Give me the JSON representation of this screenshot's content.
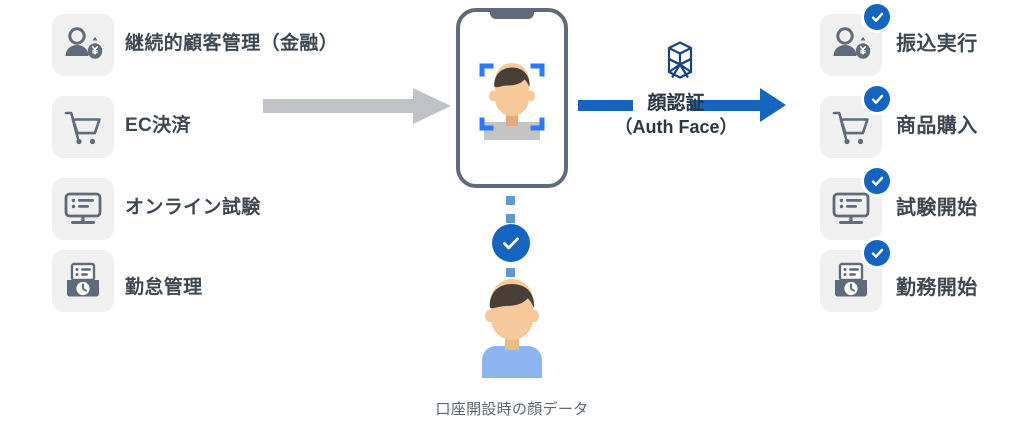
{
  "diagram": {
    "title": "Auth Face face-authentication flow diagram",
    "colors": {
      "tile_bg": "#f0f0f0",
      "icon_gray": "#5f6b7a",
      "label_text": "#3d4852",
      "accent_blue": "#1565c0",
      "scan_blue": "#2979ff",
      "dot_blue": "#5b9bd5",
      "gray_arrow": "#bfc3c7",
      "brand_navy": "#18457f",
      "caption_text": "#5a6673",
      "skin": "#f7c99a",
      "hair": "#4a3f37",
      "shirt": "#8cb4f0",
      "shoulder_gray": "#c4c4c4"
    }
  },
  "left_column": {
    "items": [
      {
        "label": "継続的顧客管理（金融）",
        "icon": "person-money-bag-icon"
      },
      {
        "label": "EC決済",
        "icon": "shopping-cart-icon"
      },
      {
        "label": "オンライン試験",
        "icon": "desktop-monitor-list-icon"
      },
      {
        "label": "勤怠管理",
        "icon": "time-clock-card-icon"
      }
    ]
  },
  "right_column": {
    "items": [
      {
        "label": "振込実行",
        "icon": "person-money-bag-icon",
        "badge": "check-badge"
      },
      {
        "label": "商品購入",
        "icon": "shopping-cart-icon",
        "badge": "check-badge"
      },
      {
        "label": "試験開始",
        "icon": "desktop-monitor-list-icon",
        "badge": "check-badge"
      },
      {
        "label": "勤務開始",
        "icon": "time-clock-card-icon",
        "badge": "check-badge"
      }
    ]
  },
  "center": {
    "phone": {
      "icon": "smartphone-face-scan-icon",
      "scan_frame": "face-scan-brackets-icon"
    },
    "connector": {
      "node_icon": "check-circle-icon",
      "dot_count_top": 3,
      "dot_count_bottom": 3
    },
    "person": {
      "icon": "user-avatar-icon"
    },
    "caption": "口座開設時の顔データ"
  },
  "flow": {
    "left_arrow": {
      "icon": "arrow-right-icon",
      "color": "#bfc3c7"
    },
    "auth_arrow": {
      "icon": "arrow-right-icon",
      "color": "#1565c0",
      "label_jp": "顔認証",
      "label_en": "（Auth Face）",
      "brand_icon": "auth-face-logo-icon"
    }
  }
}
